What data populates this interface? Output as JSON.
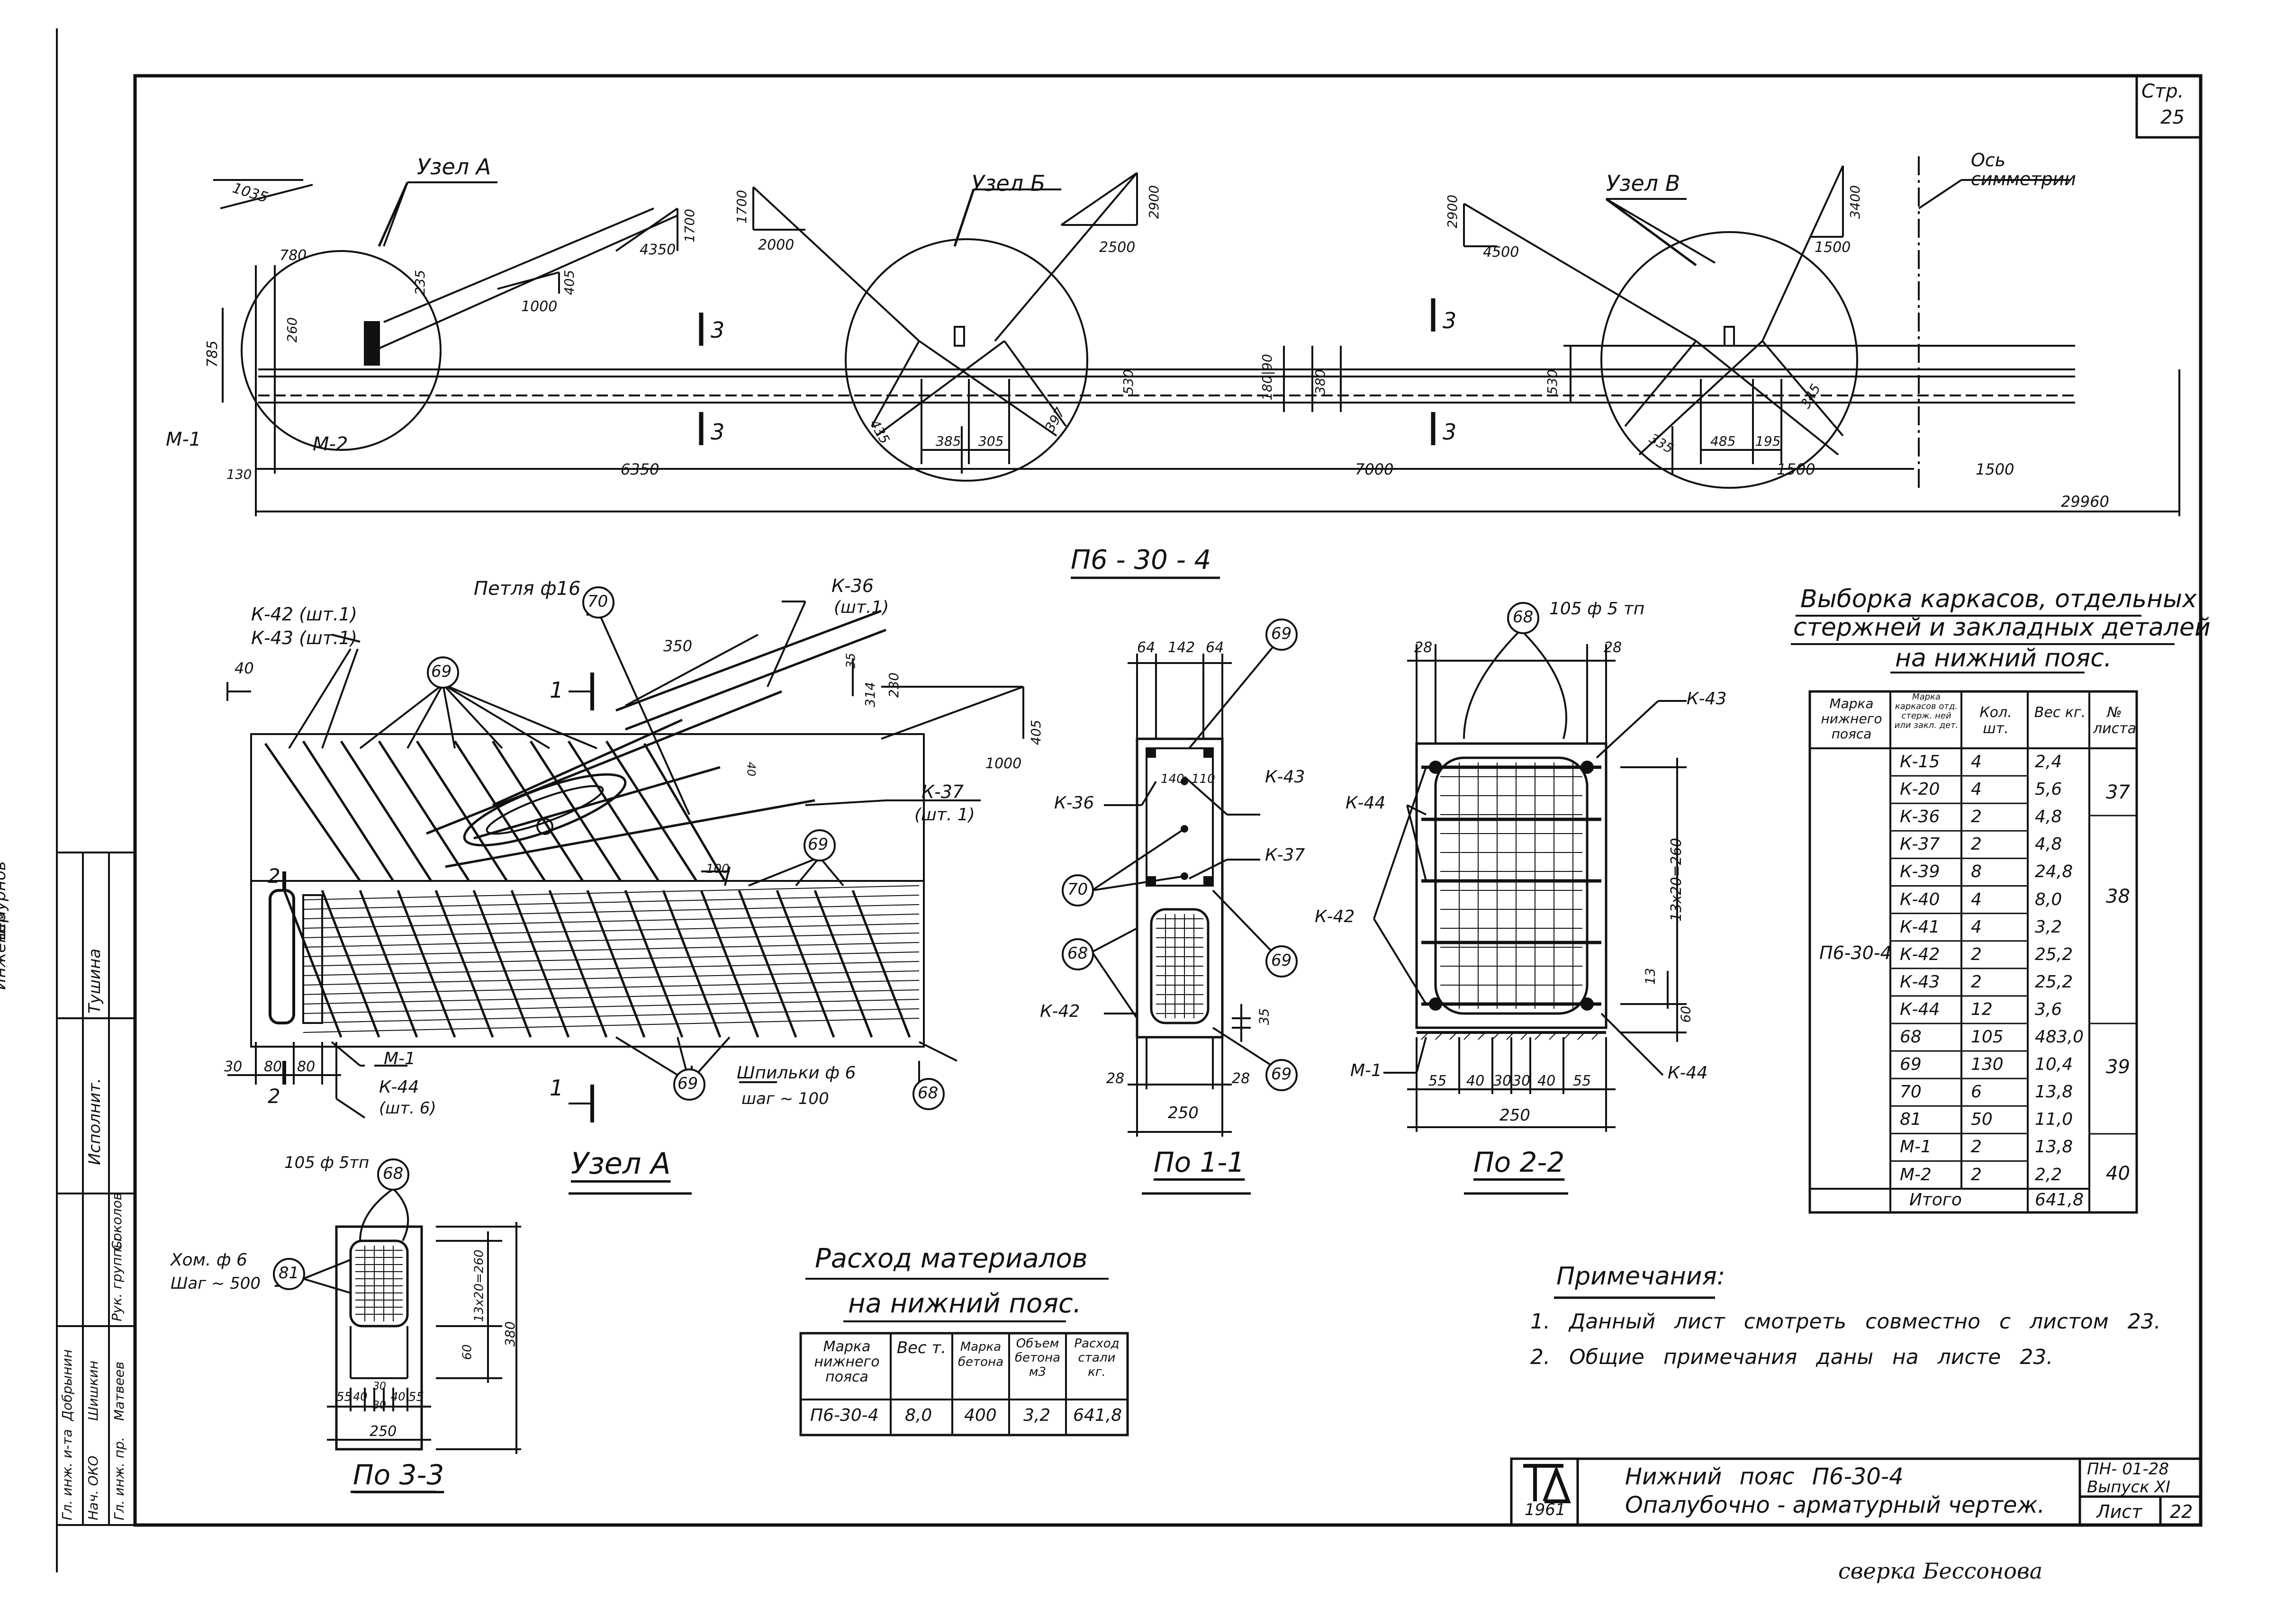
{
  "page": {
    "page_label": "Стр.",
    "page_number": "25"
  },
  "top_view": {
    "title": "П6 - 30 - 4",
    "node_a": "Узел А",
    "node_b": "Узел Б",
    "node_v": "Узел В",
    "axis_label": "Ось симметрии",
    "section_mark": "3",
    "m1": "М-1",
    "m2": "М-2",
    "dims": {
      "d1035": "1035",
      "d780": "780",
      "d785": "785",
      "d260": "260",
      "d235": "235",
      "d1700a": "1700",
      "d4350": "4350",
      "d1000": "1000",
      "d405": "405",
      "d1700b": "1700",
      "d2000": "2000",
      "d2900a": "2900",
      "d2500": "2500",
      "d2900b": "2900",
      "d4500": "4500",
      "d3400": "3400",
      "d1500a": "1500",
      "d530a": "530",
      "d180": "180|90",
      "d380": "380",
      "d530b": "530",
      "d435": "435",
      "d385": "385",
      "d305": "305",
      "d397": "397",
      "d335": "335",
      "d485": "485",
      "d195": "195",
      "d345": "345",
      "d130": "130",
      "d6350": "6350",
      "d7000": "7000",
      "d1500b": "1500",
      "d1500c": "1500",
      "d29960": "29960"
    }
  },
  "node_a": {
    "caption": "Узел А",
    "loop": "Петля ф16",
    "k36": "К-36",
    "k36q": "(шт.1)",
    "k42": "К-42 (шт.1)",
    "k43": "К-43 (шт.1)",
    "k37": "К-37",
    "k37q": "(шт. 1)",
    "m1": "М-1",
    "k44": "К-44",
    "k44q": "(шт. 6)",
    "studs": "Шпильки ф 6",
    "studs_step": "шаг ~ 100",
    "dims": {
      "d40": "40",
      "d350": "350",
      "d35": "35",
      "d314": "314",
      "d230": "230",
      "d1000": "1000",
      "d405": "405",
      "d100": "100",
      "d40b": "40",
      "d30": "30",
      "d80": "80",
      "d80b": "80"
    },
    "circles": {
      "c69": "69",
      "c70": "70",
      "c68": "68"
    },
    "section1": "1",
    "section2": "2"
  },
  "section_11": {
    "caption": "По 1-1",
    "k36": "К-36",
    "k43": "К-43",
    "k37": "К-37",
    "k42": "К-42",
    "dims": {
      "d64a": "64",
      "d142": "142",
      "d64b": "64",
      "d140": "140",
      "d110": "110",
      "d35": "35",
      "d28a": "28",
      "d28b": "28",
      "d250": "250"
    },
    "circles": {
      "c69": "69",
      "c70": "70",
      "c68": "68"
    }
  },
  "section_22": {
    "caption": "По 2-2",
    "rebar": "105 ф 5 тп",
    "k43": "К-43",
    "k44a": "К-44",
    "k42": "К-42",
    "m1": "М-1",
    "k44b": "К-44",
    "dims": {
      "d28a": "28",
      "d28b": "28",
      "d13x20": "13х20=260",
      "d13": "13",
      "d60": "60",
      "d55a": "55",
      "d40a": "40",
      "d30a": "30",
      "d30b": "30",
      "d40b": "40",
      "d55b": "55",
      "d250": "250"
    },
    "circle": "68"
  },
  "section_33": {
    "caption": "По 3-3",
    "rebar": "105 ф 5тп",
    "hom": "Хом. ф 6",
    "hom_step": "Шаг ~ 500",
    "dims": {
      "d13x20": "13х20=260",
      "d60": "60",
      "d380": "380",
      "d55a": "55",
      "d40a": "40",
      "d30": "30",
      "d40b": "40",
      "d55b": "55",
      "d250": "250",
      "d30b": "30"
    },
    "circles": {
      "c68": "68",
      "c81": "81"
    }
  },
  "materials": {
    "title": "Расход материалов",
    "subtitle": "на нижний пояс.",
    "headers": [
      "Марка нижнего пояса",
      "Вес т.",
      "Марка бетона",
      "Объем бетона м3",
      "Расход стали кг."
    ],
    "row": [
      "П6-30-4",
      "8,0",
      "400",
      "3,2",
      "641,8"
    ]
  },
  "selection": {
    "title1": "Выборка каркасов, отдельных",
    "title2": "стержней и закладных деталей",
    "title3": "на нижний пояс.",
    "headers": [
      "Марка нижнего пояса",
      "Марка каркасов отд. стерж. ней или закл. дет.",
      "Кол. шт.",
      "Вес кг.",
      "№ листа"
    ],
    "mark": "П6-30-4",
    "rows": [
      [
        "К-15",
        "4",
        "2,4"
      ],
      [
        "К-20",
        "4",
        "5,6"
      ],
      [
        "К-36",
        "2",
        "4,8"
      ],
      [
        "К-37",
        "2",
        "4,8"
      ],
      [
        "К-39",
        "8",
        "24,8"
      ],
      [
        "К-40",
        "4",
        "8,0"
      ],
      [
        "К-41",
        "4",
        "3,2"
      ],
      [
        "К-42",
        "2",
        "25,2"
      ],
      [
        "К-43",
        "2",
        "25,2"
      ],
      [
        "К-44",
        "12",
        "3,6"
      ],
      [
        "68",
        "105",
        "483,0"
      ],
      [
        "69",
        "130",
        "10,4"
      ],
      [
        "70",
        "6",
        "13,8"
      ],
      [
        "81",
        "50",
        "11,0"
      ],
      [
        "М-1",
        "2",
        "13,8"
      ],
      [
        "М-2",
        "2",
        "2,2"
      ]
    ],
    "sheets": [
      "37",
      "38",
      "39",
      "40"
    ],
    "total_label": "Итого",
    "total": "641,8"
  },
  "notes": {
    "title": "Примечания:",
    "n1": "1. Данный лист смотреть совместно с листом 23.",
    "n2": "2. Общие примечания даны на листе 23."
  },
  "stamp": {
    "logo": "ТД",
    "year": "1961",
    "line1": "Нижний пояс П6-30-4",
    "line2": "Опалубочно - арматурный чертеж.",
    "code": "ПН- 01-28",
    "issue": "Выпуск XI",
    "sheet_label": "Лист",
    "sheet": "22"
  },
  "side_stamp": {
    "r1a": "Инженер",
    "r1b": "Шмурнов",
    "r2a": "Исполнит.",
    "r2b": "Тушина",
    "r3a": "Гл. инж. и-та",
    "r3b": "Добрынин",
    "r4a": "Нач. ОКО",
    "r4b": "Шишкин",
    "r5a": "Гл. инж. пр.",
    "r5b": "Матвеев",
    "r6a": "Рук. группы",
    "r6b": "Соколов"
  },
  "signature": "сверка Бессонова"
}
